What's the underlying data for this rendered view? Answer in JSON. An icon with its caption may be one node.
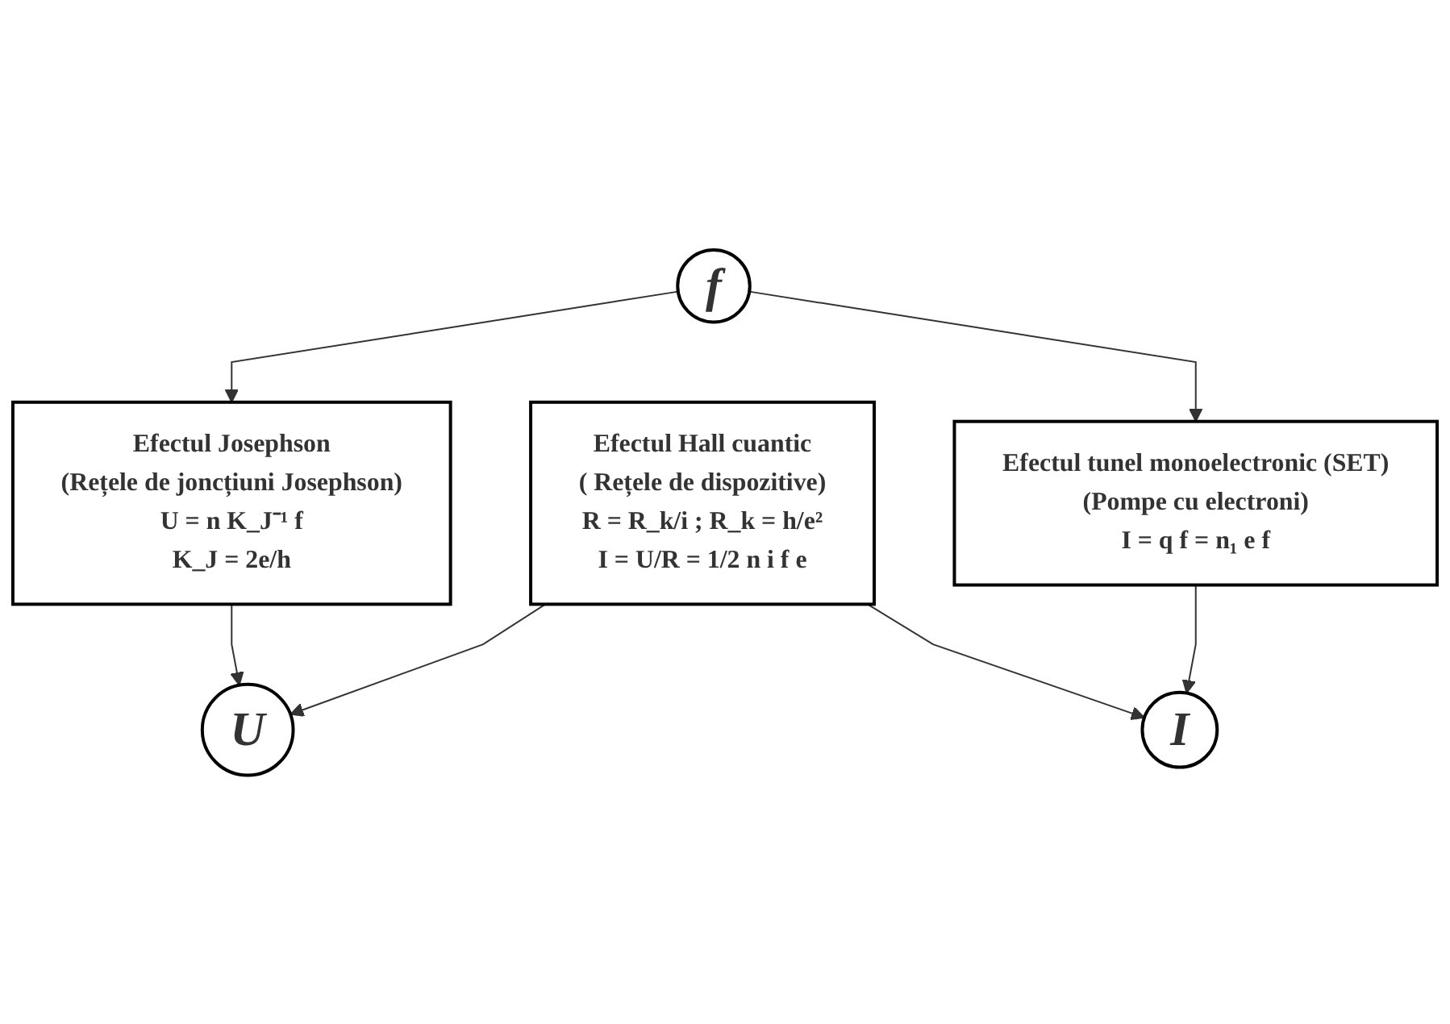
{
  "diagram": {
    "nodes": [
      {
        "text": [
          "f"
        ]
      },
      {
        "text": [
          "Efectul Josephson",
          "(Rețele de joncțiuni Josephson)",
          "U = n K_J⁻¹ f",
          "K_J = 2e/h"
        ]
      },
      {
        "text": [
          "Efectul tunel monoelectronic (SET)",
          "(Pompe cu electroni)",
          "I = q f = n₁ e f"
        ]
      },
      {
        "text": [
          "U"
        ]
      },
      {
        "text": [
          "Efectul Hall cuantic",
          "( Rețele de dispozitive)",
          "R = R_k/i ; R_k = h/e²",
          "I = U/R = 1/2 n i f e"
        ]
      },
      {
        "text": [
          "I"
        ]
      }
    ],
    "edges": [
      {
        "from": 0,
        "to": 1,
        "arrow": "to"
      },
      {
        "from": 1,
        "to": 3,
        "arrow": "to"
      },
      {
        "from": 0,
        "to": 2,
        "arrow": "to"
      },
      {
        "from": 2,
        "to": 5,
        "arrow": "to"
      },
      {
        "from": 4,
        "to": 3,
        "arrow": "to"
      },
      {
        "from": 4,
        "to": 5,
        "arrow": "to"
      }
    ]
  }
}
